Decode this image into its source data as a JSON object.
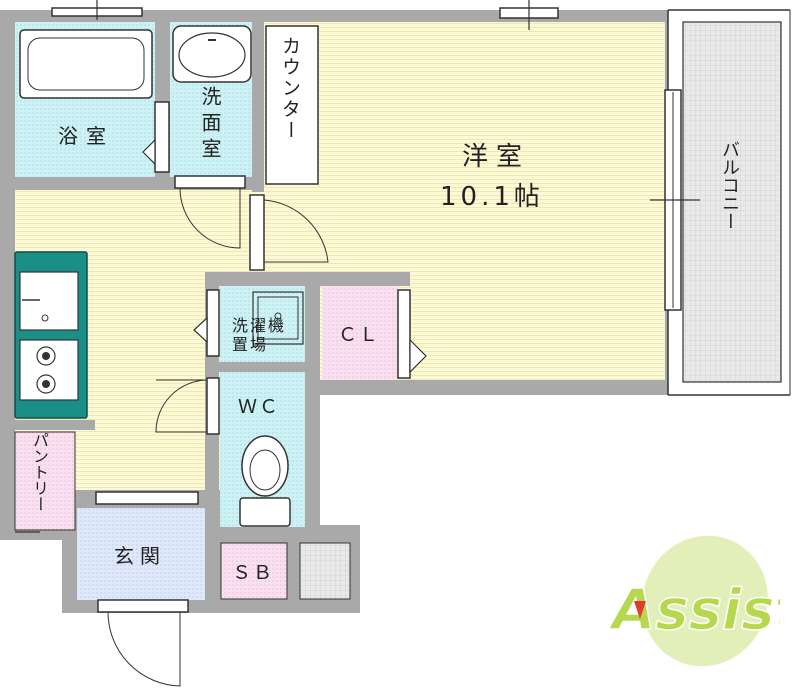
{
  "rooms": {
    "bath": "浴室",
    "washroom": "洗面室",
    "counter": "カウンター",
    "western_room": "洋室",
    "western_room_size": "10.1帖",
    "balcony": "バルコニー",
    "laundry": "洗濯機置場",
    "closet": "ＣＬ",
    "toilet": "ＷＣ",
    "pantry": "パントリー",
    "entrance": "玄関",
    "shoe_box": "ＳＢ"
  },
  "logo": {
    "text": "Assist",
    "colors": {
      "fill": "#b6d84f",
      "light": "#e3efb8",
      "accent": "#e33b2e"
    }
  },
  "colors": {
    "wall": "#a9a9a9",
    "floor_tatami": "#fbf7cc",
    "wet_area": "#c6eef3",
    "closet": "#f6d8ee",
    "entrance": "#d6e2f6",
    "balcony": "#dcdcdc",
    "kitchen": "#1a8f87"
  }
}
